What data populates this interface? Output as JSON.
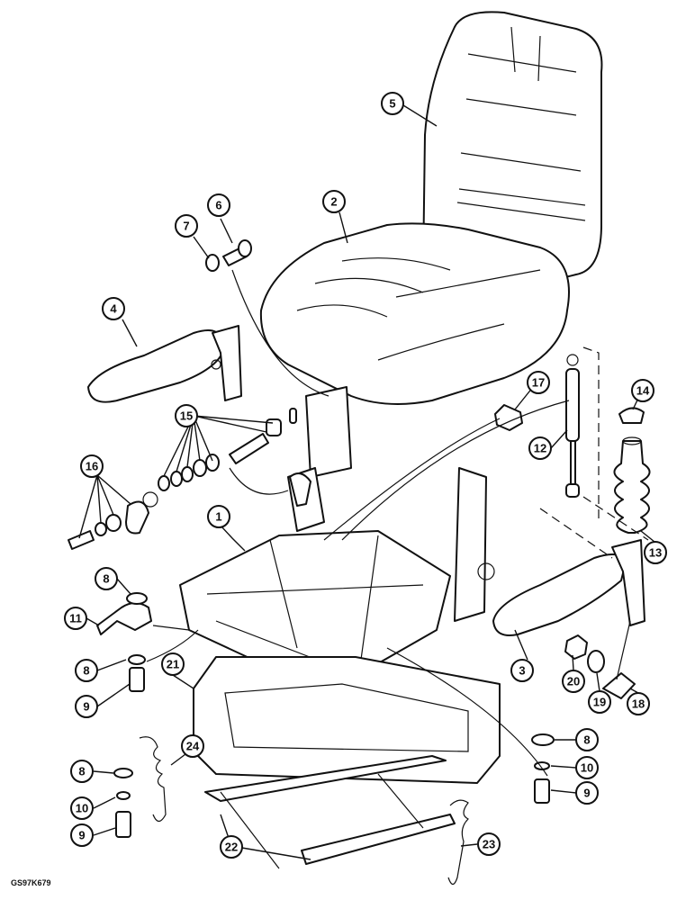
{
  "drawing_code": "GS97K679",
  "callouts": [
    "1",
    "2",
    "3",
    "4",
    "5",
    "6",
    "7",
    "8",
    "9",
    "10",
    "11",
    "12",
    "13",
    "14",
    "15",
    "16",
    "17",
    "18",
    "19",
    "20",
    "21",
    "22",
    "23",
    "24"
  ]
}
